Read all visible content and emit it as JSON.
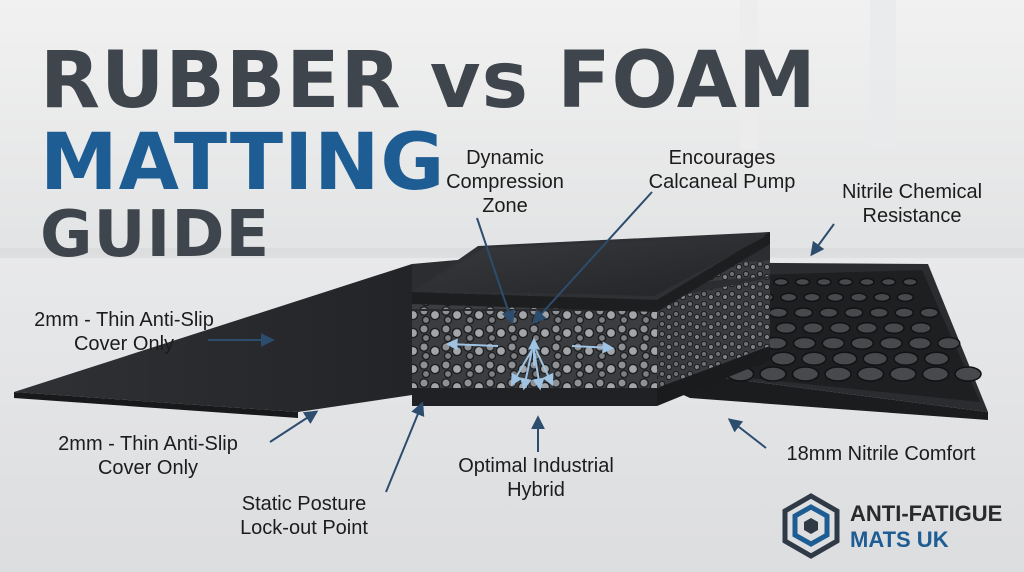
{
  "title": {
    "line1": "RUBBER vs FOAM",
    "line2": "MATTING",
    "line3": "GUIDE"
  },
  "labels": {
    "dynamic_compression": [
      "Dynamic",
      "Compression",
      "Zone"
    ],
    "calcaneal_pump": [
      "Encourages",
      "Calcaneal Pump"
    ],
    "nitrile_chemical": [
      "Nitrile Chemical",
      "Resistance"
    ],
    "thin_cover_upper": [
      "2mm - Thin Anti-Slip",
      "Cover Only"
    ],
    "thin_cover_lower": [
      "2mm - Thin Anti-Slip",
      "Cover Only"
    ],
    "static_posture": [
      "Static Posture",
      "Lock-out Point"
    ],
    "industrial_hybrid": [
      "Optimal Industrial",
      "Hybrid"
    ],
    "nitrile_comfort": [
      "18mm Nitrile Comfort"
    ]
  },
  "brand": {
    "line1": "ANTI-FATIGUE",
    "line2": "MATS UK"
  },
  "colors": {
    "title_dark": "#3f454c",
    "title_blue": "#1e5c94",
    "arrow": "#2d4d6e",
    "mat_dark": "#2a2b2d"
  }
}
